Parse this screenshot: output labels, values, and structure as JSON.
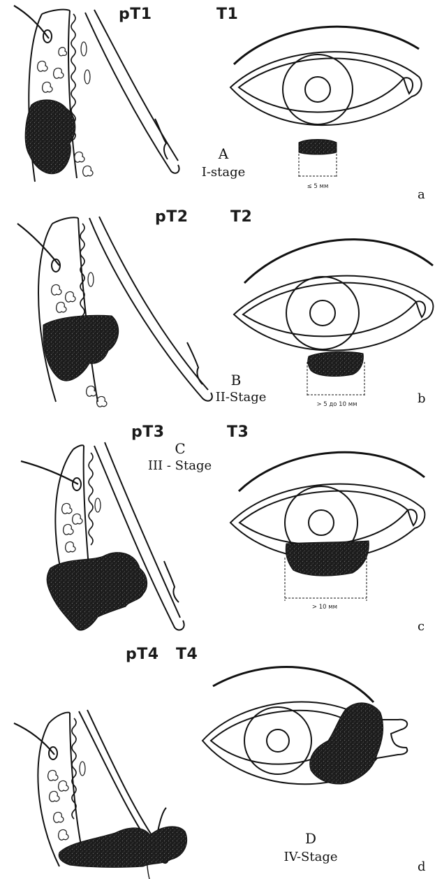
{
  "panels": [
    {
      "id": "a",
      "pt_label": "pT1",
      "t_label": "T1",
      "stage_letter": "A",
      "stage_name": "I-stage",
      "measurement": "≤ 5 мм",
      "sub_label": "a"
    },
    {
      "id": "b",
      "pt_label": "pT2",
      "t_label": "T2",
      "stage_letter": "B",
      "stage_name": "II-Stage",
      "measurement": "> 5 до 10 мм",
      "sub_label": "b"
    },
    {
      "id": "c",
      "pt_label": "pT3",
      "t_label": "T3",
      "stage_letter": "C",
      "stage_name": "III - Stage",
      "measurement": "> 10 мм",
      "sub_label": "c"
    },
    {
      "id": "d",
      "pt_label": "pT4",
      "t_label": "T4",
      "stage_letter": "D",
      "stage_name": "IV-Stage",
      "measurement": "",
      "sub_label": "d"
    }
  ],
  "colors": {
    "ink": "#111111",
    "tumor": "#1c1c1c",
    "background": "#ffffff"
  }
}
